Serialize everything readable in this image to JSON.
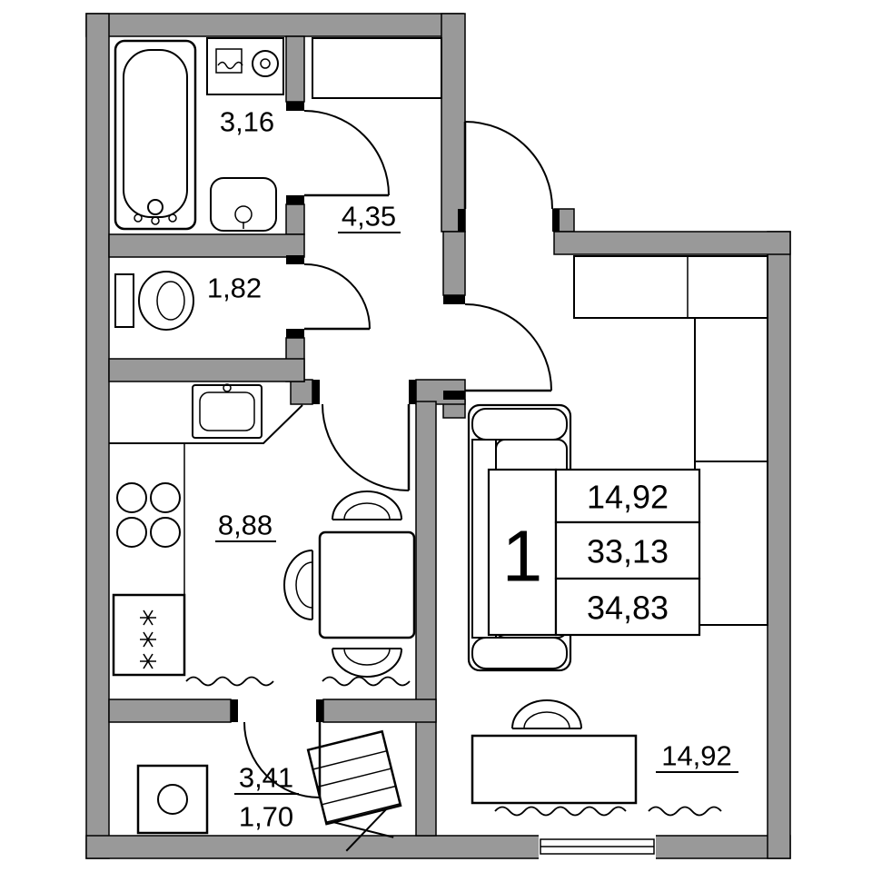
{
  "plan": {
    "summary": {
      "rooms_count": "1",
      "living_area": "14,92",
      "total_area": "33,13",
      "total_area_with_balcony": "34,83"
    },
    "rooms": {
      "bathroom": {
        "area": "3,16"
      },
      "hallway": {
        "area": "4,35"
      },
      "toilet": {
        "area": "1,82"
      },
      "kitchen": {
        "area": "8,88"
      },
      "living_room": {
        "area": "14,92"
      },
      "loggia": {
        "area": "3,41",
        "counted_area": "1,70"
      }
    },
    "colors": {
      "wall": "#999999",
      "line": "#000000",
      "background": "#ffffff"
    }
  }
}
